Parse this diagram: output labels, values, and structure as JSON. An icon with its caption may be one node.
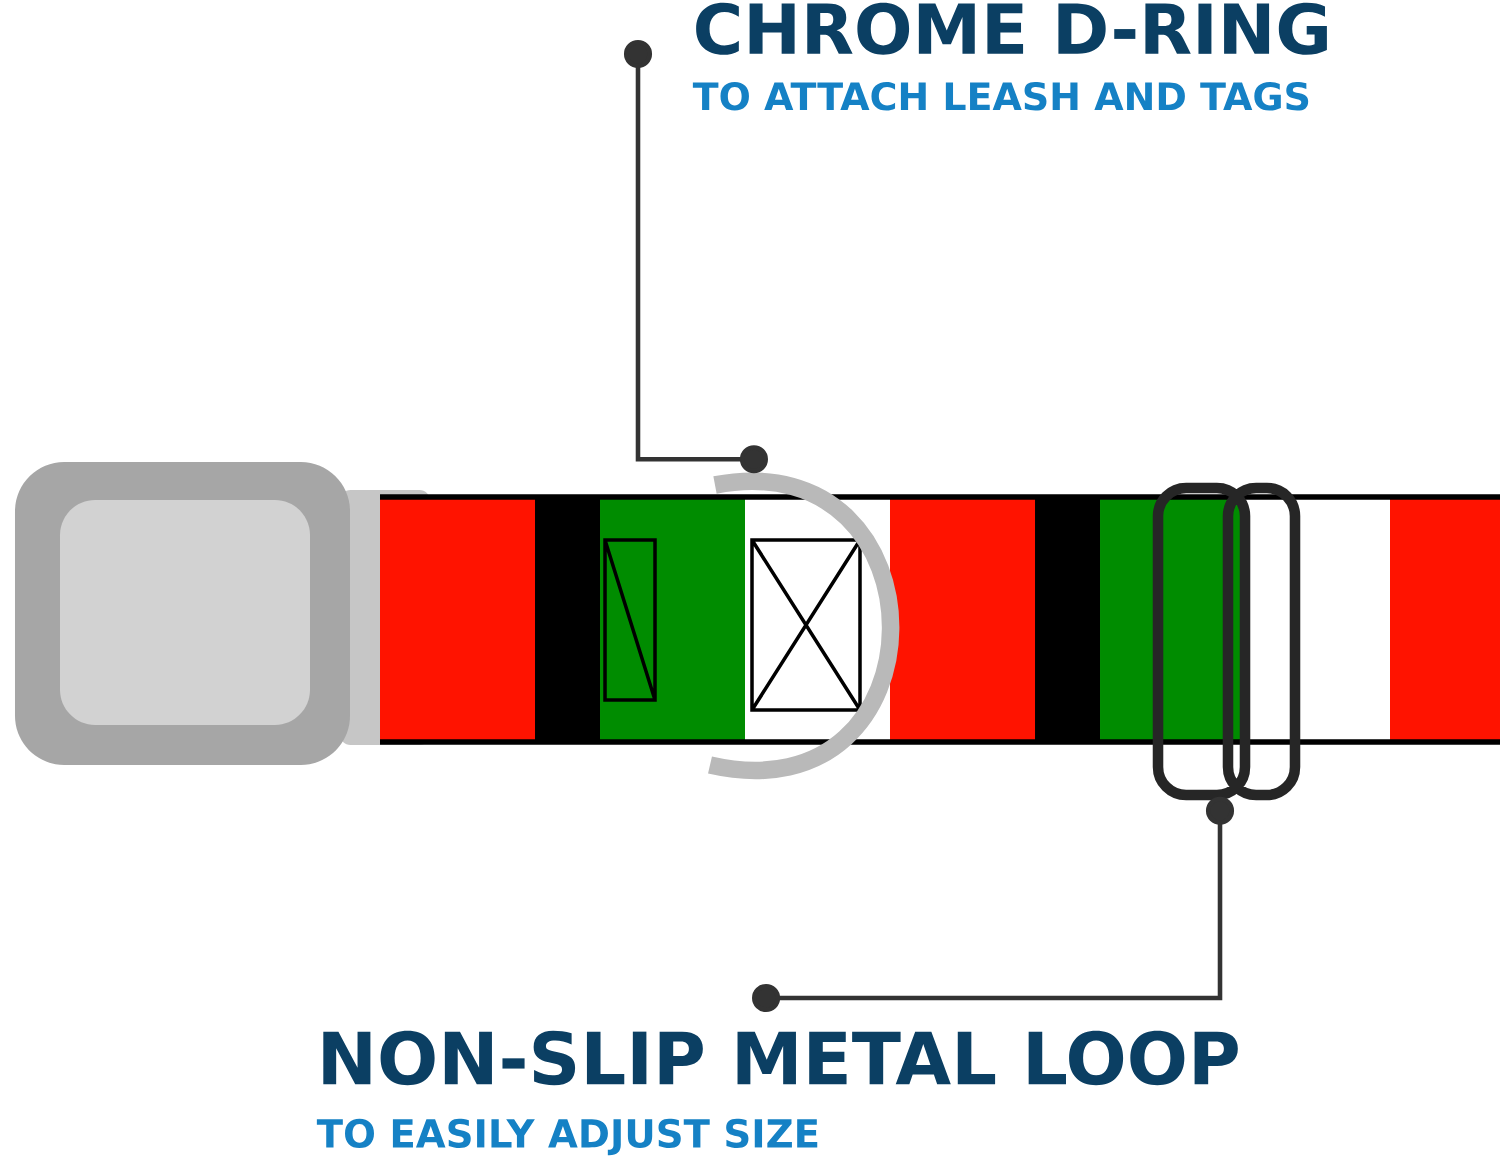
{
  "diagram": {
    "nodes": [
      {
        "text": [
          "CHROME D-RING",
          "TO ATTACH LEASH AND TAGS"
        ]
      },
      {
        "text": [],
        "shape": "picture"
      },
      {
        "text": [
          "NON-SLIP METAL LOOP",
          "TO EASILY ADJUST SIZE"
        ]
      },
      {
        "text": [],
        "shape": "picture"
      }
    ],
    "edges": [
      {
        "from": 0,
        "to": 1,
        "arrow": "other"
      },
      {
        "from": 2,
        "to": 3,
        "arrow": "other"
      }
    ]
  }
}
